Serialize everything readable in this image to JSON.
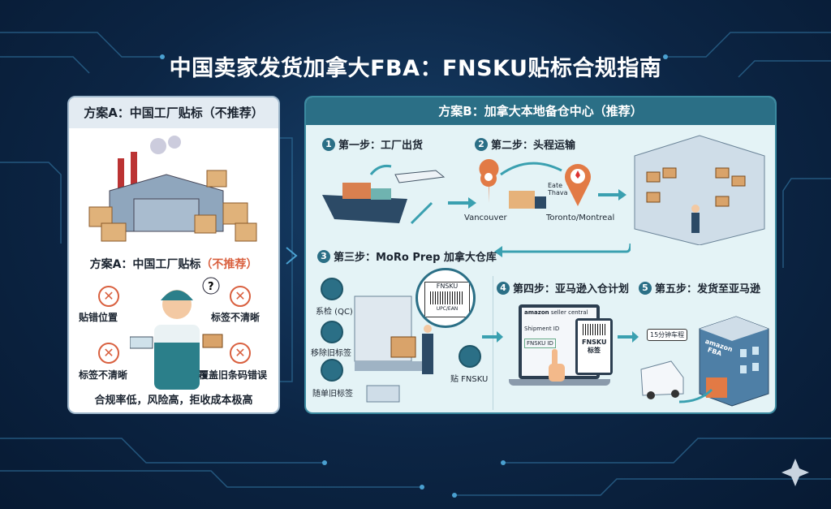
{
  "title": "中国卖家发货加拿大FBA：FNSKU贴标合规指南",
  "plan_a": {
    "header": "方案A：中国工厂贴标（不推荐）",
    "subtitle_main": "方案A：中国工厂贴标",
    "subtitle_tag": "（不推荐）",
    "issues": [
      "贴错位置",
      "标签不清晰",
      "标签不清晰",
      "覆盖旧条码错误"
    ],
    "summary": "合规率低，风险高，拒收成本极高",
    "accent": "#d9603f"
  },
  "plan_b": {
    "header": "方案B：加拿大本地备仓中心（推荐）",
    "steps": [
      {
        "num": "1",
        "label": "第一步：工厂出货"
      },
      {
        "num": "2",
        "label": "第二步：头程运输"
      },
      {
        "num": "3",
        "label": "第三步：MoRo Prep 加拿大仓库"
      },
      {
        "num": "4",
        "label": "第四步：亚马逊入仓计划"
      },
      {
        "num": "5",
        "label": "第五步：发货至亚马逊"
      }
    ],
    "cities": {
      "origin": "Vancouver",
      "destination": "Toronto/Montreal",
      "pin_note": "Eate Thava"
    },
    "prep_tasks": [
      "系检 (QC)",
      "移除旧标签",
      "随单旧标签",
      "贴 FNSKU"
    ],
    "zoom_label": {
      "top": "FNSKU",
      "bottom": "UPC/EAN"
    },
    "seller_central": {
      "brand": "amazon",
      "app": "seller central",
      "shipment": "Shipment ID",
      "field": "FNSKU ID",
      "tablet": "FNSKU 标签"
    },
    "delivery_bubble": "15分钟车程",
    "fba_sign": "amazon FBA",
    "accent": "#2b6f86"
  }
}
